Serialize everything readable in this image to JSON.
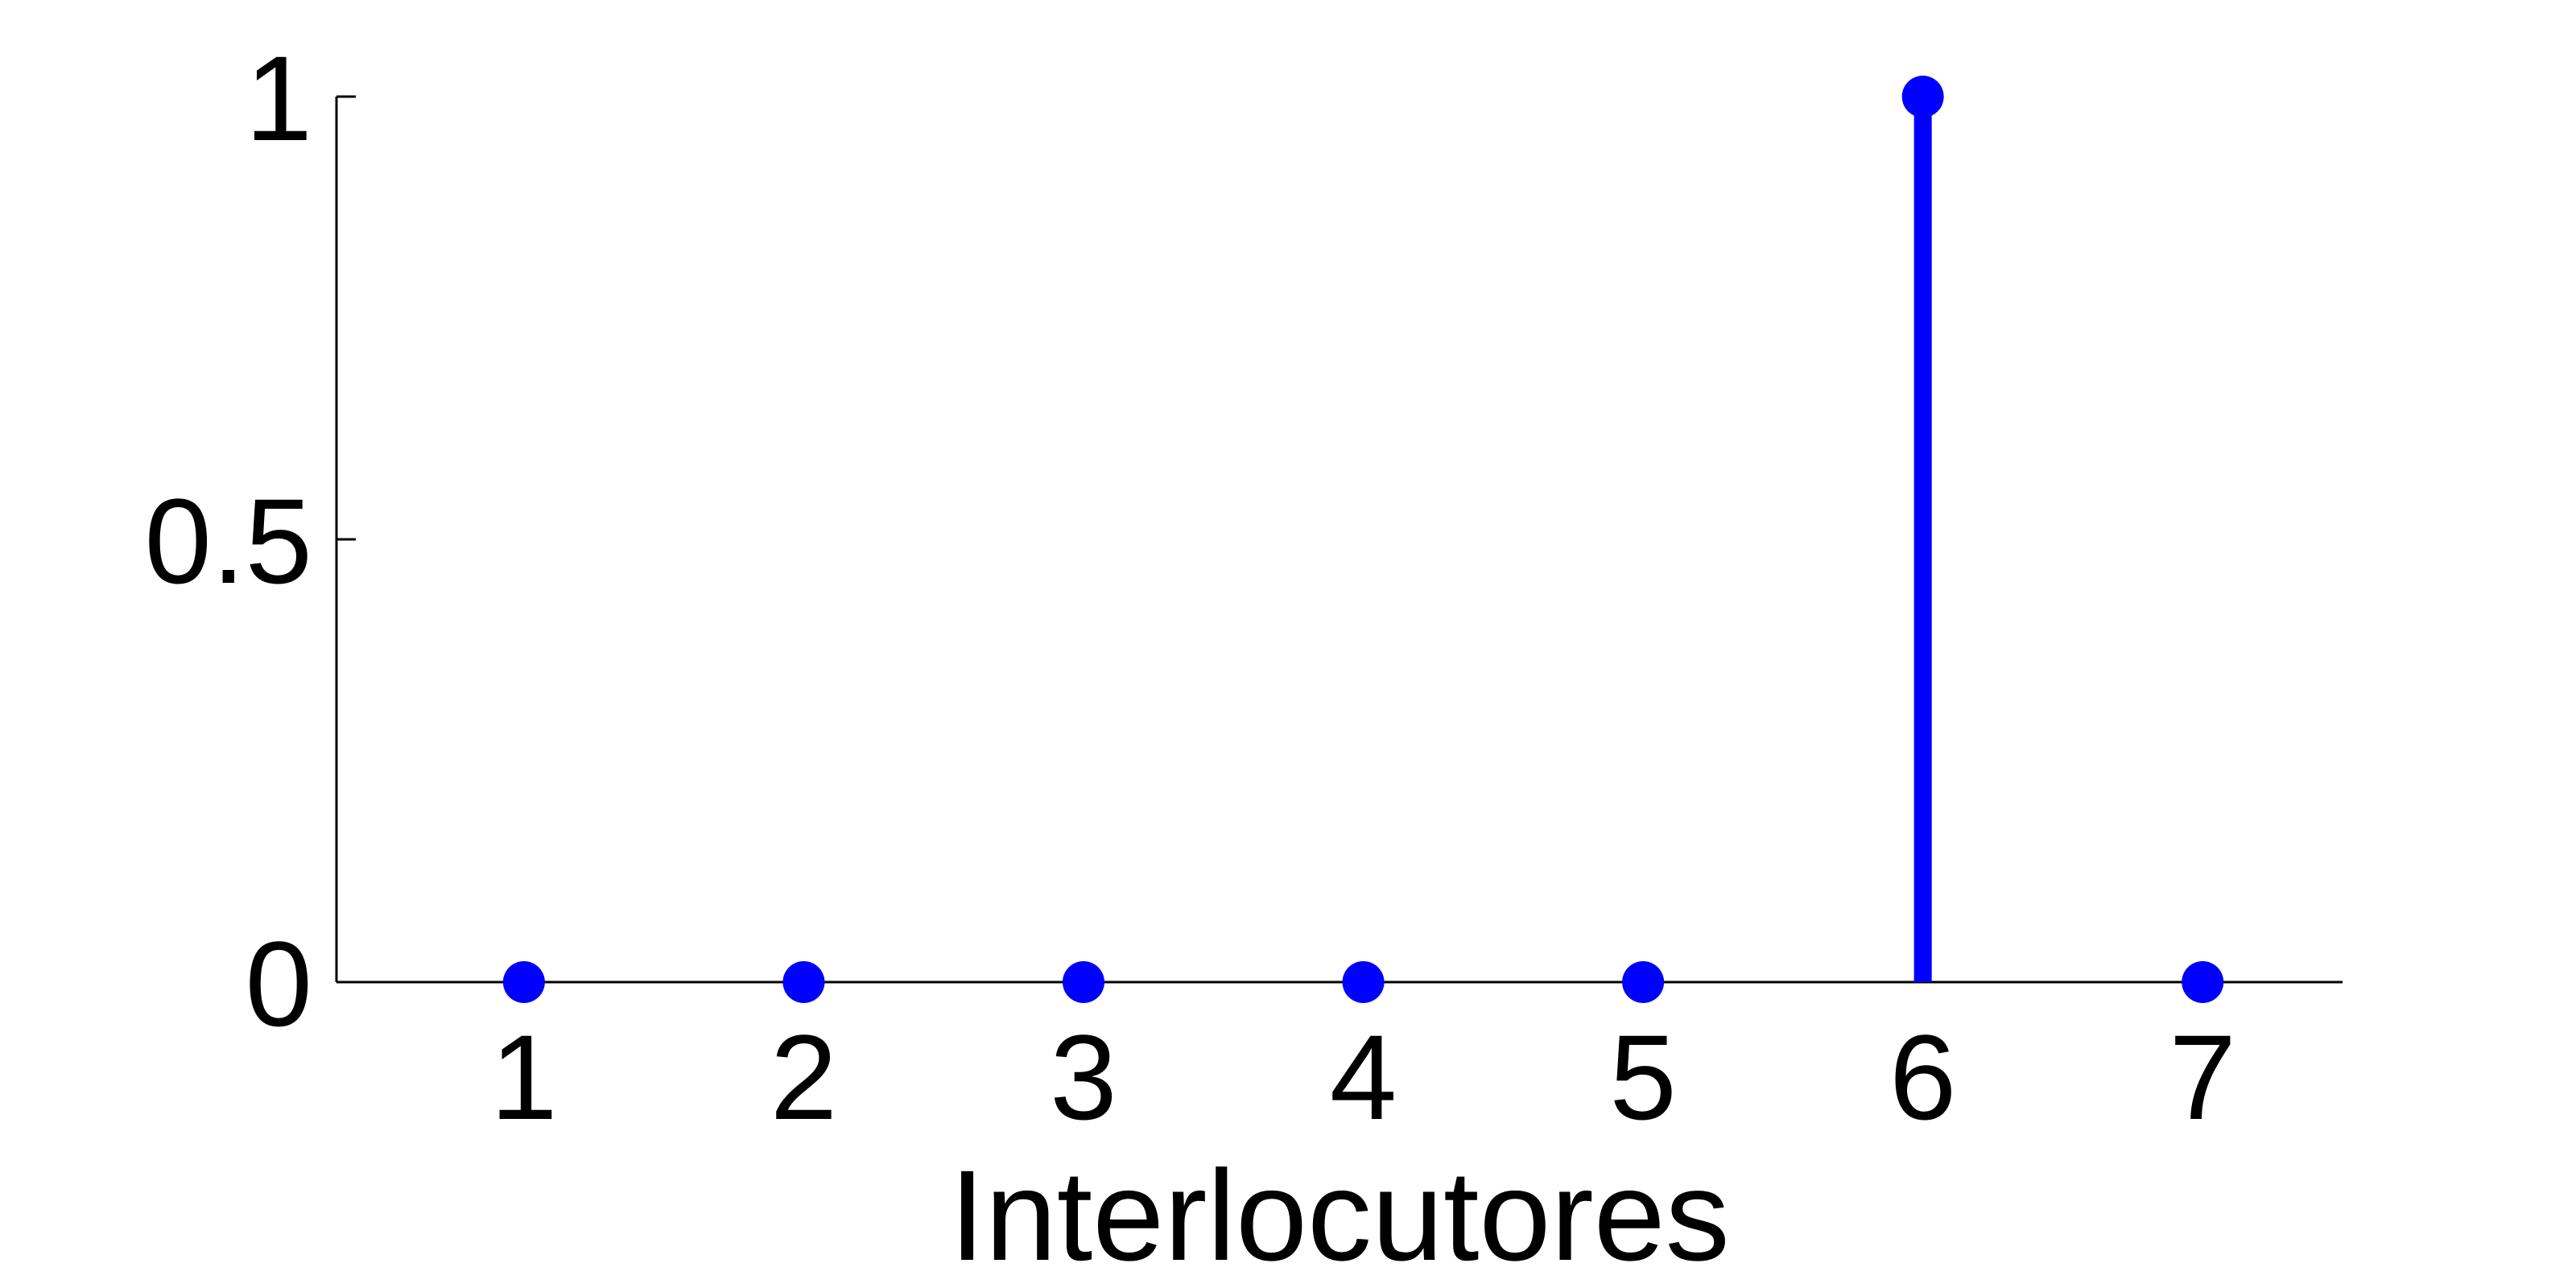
{
  "chart_data": {
    "type": "stem",
    "title": "",
    "xlabel": "Interlocutores",
    "ylabel": "",
    "x": [
      1,
      2,
      3,
      4,
      5,
      6,
      7
    ],
    "values": [
      0,
      0,
      0,
      0,
      0,
      1,
      0
    ],
    "x_ticks": [
      "1",
      "2",
      "3",
      "4",
      "5",
      "6",
      "7"
    ],
    "y_ticks": [
      "0",
      "0.5",
      "1"
    ],
    "y_tick_values": [
      0,
      0.5,
      1
    ],
    "xlim": [
      0.33,
      7.5
    ],
    "ylim": [
      0,
      1
    ],
    "grid": false,
    "color": "#0000ff",
    "axis_color": "#000000"
  }
}
